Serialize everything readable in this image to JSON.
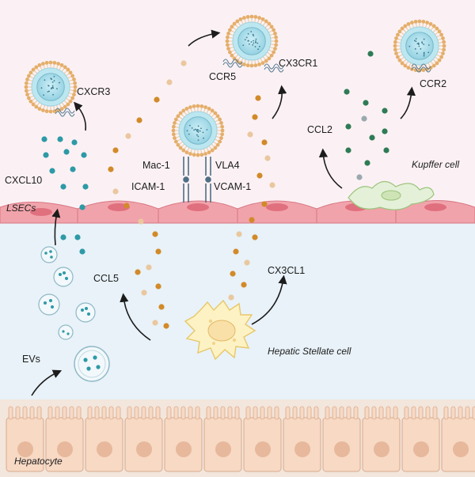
{
  "cells": {
    "lsec": "LSECs",
    "kupffer": "Kupffer cell",
    "stellate": "Hepatic Stellate cell",
    "hepatocyte": "Hepatocyte"
  },
  "receptors": {
    "cxcr3": "CXCR3",
    "ccr5": "CCR5",
    "cx3cr1": "CX3CR1",
    "ccr2": "CCR2",
    "mac1": "Mac-1",
    "vla4": "VLA4",
    "icam1": "ICAM-1",
    "vcam1": "VCAM-1"
  },
  "chemokines": {
    "cxcl10": "CXCL10",
    "ccl2": "CCL2",
    "ccl5": "CCL5",
    "cx3cl1": "CX3CL1",
    "evs": "EVs"
  },
  "colors": {
    "sinusoid": "#fbf1f4",
    "space_of_disse": "#e8f2f8",
    "lsec": "#f1a3ab",
    "kupffer": "#e4f1d8",
    "stellate": "#fdf2c4",
    "hepatocyte": "#f7d9c4",
    "teal_dot": "#2d9aa6",
    "orange_dot": "#d28a29",
    "peach_dot": "#eac79f",
    "green_dot": "#2e7b55",
    "grey_dot": "#9aa9ad",
    "lymphocyte": "#bde7f0"
  }
}
